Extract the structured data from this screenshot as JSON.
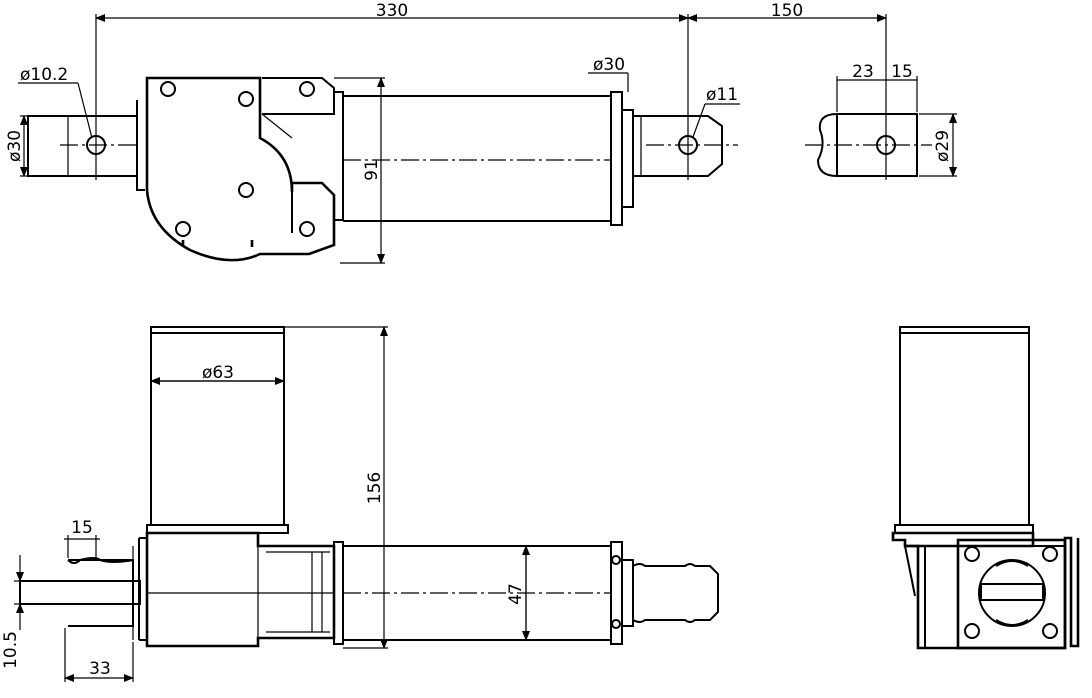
{
  "dimensions": {
    "top_overall": "330",
    "top_stroke": "150",
    "top_hole_left": "ø10.2",
    "top_dia_left": "ø30",
    "top_dia_tube": "ø30",
    "top_hole_right": "ø11",
    "top_height": "91",
    "detail_width_a": "23",
    "detail_width_b": "15",
    "detail_dia": "ø29",
    "motor_dia": "ø63",
    "overall_height": "156",
    "tube_height": "47",
    "rear_tab_width": "15",
    "rear_offset": "33",
    "rear_thickness": "10.5"
  }
}
